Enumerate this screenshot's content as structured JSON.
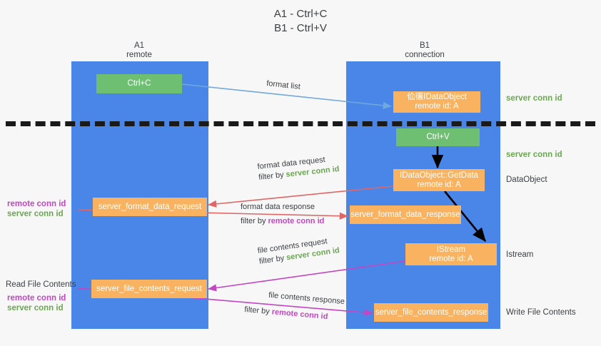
{
  "title": {
    "line1": "A1 - Ctrl+C",
    "line2": "B1 - Ctrl+V"
  },
  "lanes": [
    {
      "name": "A1",
      "subtitle": "remote"
    },
    {
      "name": "B1",
      "subtitle": "connection"
    }
  ],
  "nodes": {
    "ctrl_c": "Ctrl+C",
    "ctrl_v": "Ctrl+V",
    "idataobject_name": "佡忀IDataObject",
    "idataobject_id": "remote id: A",
    "getdata_name": "IDataObject::GetData",
    "getdata_id": "remote id: A",
    "istream_name": "IStream",
    "istream_id": "remote id: A",
    "server_format_data_request": "server_format_data_request",
    "server_format_data_response": "server_format_data_response",
    "server_file_contents_request": "server_file_contents_request",
    "server_file_contents_response": "server_file_contents_response"
  },
  "edges": {
    "format_list": "format list",
    "format_data_request": "format data request",
    "format_data_request_filter_prefix": "filter by ",
    "format_data_request_filter_value": "server conn id",
    "format_data_response": "format data response",
    "format_data_response_filter_prefix": "filter by ",
    "format_data_response_filter_value": "remote conn id",
    "file_contents_request": "file contents request",
    "file_contents_request_filter_prefix": "filter by ",
    "file_contents_request_filter_value": "server conn id",
    "file_contents_response": "file contents response",
    "file_contents_response_filter_prefix": "filter by ",
    "file_contents_response_filter_value": "remote conn id"
  },
  "right_labels": {
    "server_conn_id_top": "server conn id",
    "server_conn_id_mid": "server conn id",
    "dataobject": "DataObject",
    "istream": "Istream",
    "write_file_contents": "Write File Contents"
  },
  "left_labels": {
    "remote_conn_id_mid": "remote conn id",
    "server_conn_id_mid": "server conn id",
    "read_file_contents": "Read File Contents",
    "remote_conn_id_low": "remote conn id",
    "server_conn_id_low": "server conn id"
  },
  "colors": {
    "lane": "#4a86e8",
    "orange": "#f9b360",
    "green_box": "#6fbf73",
    "green_text": "#6aa84f",
    "magenta_text": "#c346c3",
    "arrow_blue": "#6fa8dc",
    "arrow_red": "#e06666",
    "arrow_magenta": "#c346c3",
    "arrow_black": "#000000",
    "background": "#f7f7f7"
  }
}
